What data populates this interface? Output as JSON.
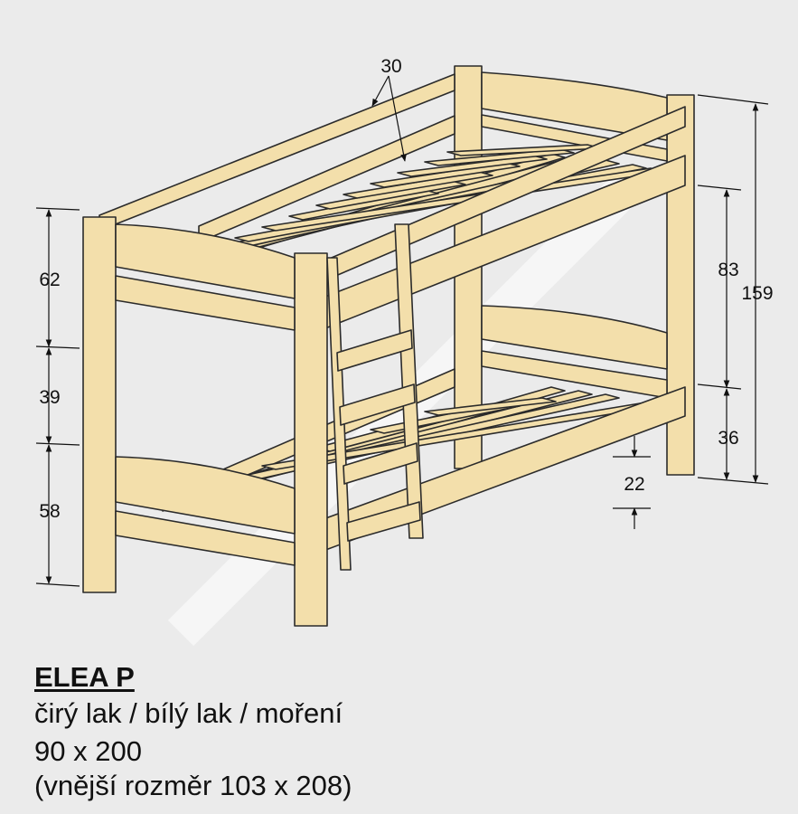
{
  "product": {
    "name": "ELEA P",
    "finish": "čirý lak / bílý lak / moření",
    "mattress_size": "90 x 200",
    "outer_size": "(vnější rozměr 103 x 208)"
  },
  "dimensions": {
    "top_rail": "30",
    "left_upper": "62",
    "left_middle": "39",
    "left_lower": "58",
    "right_upper": "83",
    "right_lower": "36",
    "total_height": "159",
    "floor_clearance": "22"
  },
  "colors": {
    "background": "#ebebeb",
    "wood": "#f3dfab",
    "outline": "#2b2b2b"
  }
}
